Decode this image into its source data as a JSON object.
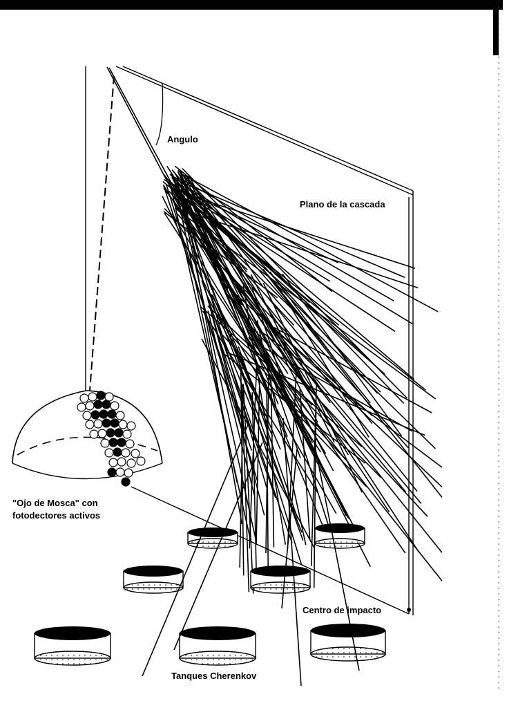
{
  "labels": {
    "angle": "Angulo",
    "shower_plane": "Plano de la cascada",
    "fly_eye_line1": "\"Ojo de Mosca\" con",
    "fly_eye_line2": "fotodectores activos",
    "impact_center": "Centro de impacto",
    "tanks": "Tanques Cherenkov"
  },
  "colors": {
    "ink": "#000000",
    "paper": "#ffffff"
  }
}
